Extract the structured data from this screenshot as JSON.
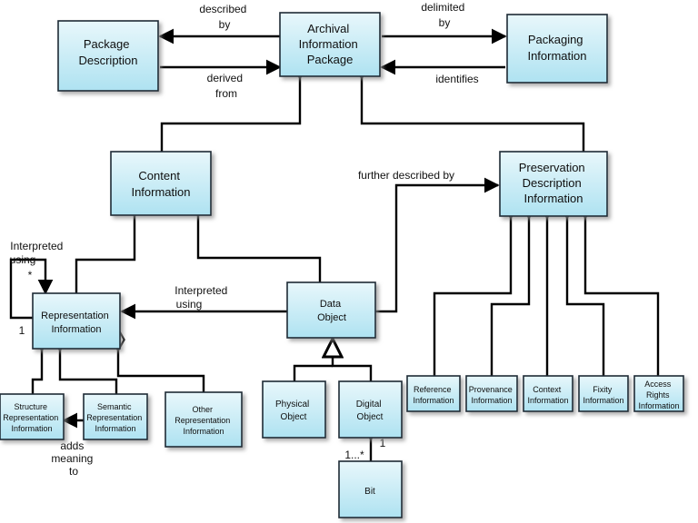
{
  "boxes": {
    "package_description": [
      "Package",
      "Description"
    ],
    "archival_information_package": [
      "Archival",
      "Information",
      "Package"
    ],
    "packaging_information": [
      "Packaging",
      "Information"
    ],
    "content_information": [
      "Content",
      "Information"
    ],
    "preservation_description_information": [
      "Preservation",
      "Description",
      "Information"
    ],
    "data_object": [
      "Data",
      "Object"
    ],
    "representation_information": [
      "Representation",
      "Information"
    ],
    "physical_object": [
      "Physical",
      "Object"
    ],
    "digital_object": [
      "Digital",
      "Object"
    ],
    "bit": [
      "Bit"
    ],
    "structure_representation_information": [
      "Structure",
      "Representation",
      "Information"
    ],
    "semantic_representation_information": [
      "Semantic",
      "Representation",
      "Information"
    ],
    "other_representation_information": [
      "Other",
      "Representation",
      "Information"
    ],
    "reference_information": [
      "Reference",
      "Information"
    ],
    "provenance_information": [
      "Provenance",
      "Information"
    ],
    "context_information": [
      "Context",
      "Information"
    ],
    "fixity_information": [
      "Fixity",
      "Information"
    ],
    "access_rights_information": [
      "Access",
      "Rights",
      "Information"
    ]
  },
  "labels": {
    "described_by": [
      "described",
      "by"
    ],
    "derived_from": [
      "derived",
      "from"
    ],
    "delimited_by": [
      "delimited",
      "by"
    ],
    "identifies": [
      "identifies"
    ],
    "further_described_by": [
      "further described by"
    ],
    "interpreted_using_data": [
      "Interpreted",
      "using"
    ],
    "interpreted_using_self": [
      "Interpreted",
      "using"
    ],
    "adds_meaning_to": [
      "adds",
      "meaning",
      "to"
    ],
    "self_star": [
      "*"
    ],
    "self_one": [
      "1"
    ],
    "bit_one": [
      "1"
    ],
    "bit_many": [
      "1...*"
    ]
  },
  "colors": {
    "box_fill_top": "#e8f7fb",
    "box_fill_bottom": "#aee2f1",
    "box_stroke": "#1f2a36",
    "line": "#000000",
    "text": "#111111",
    "shadow": "#8a8a8a"
  }
}
